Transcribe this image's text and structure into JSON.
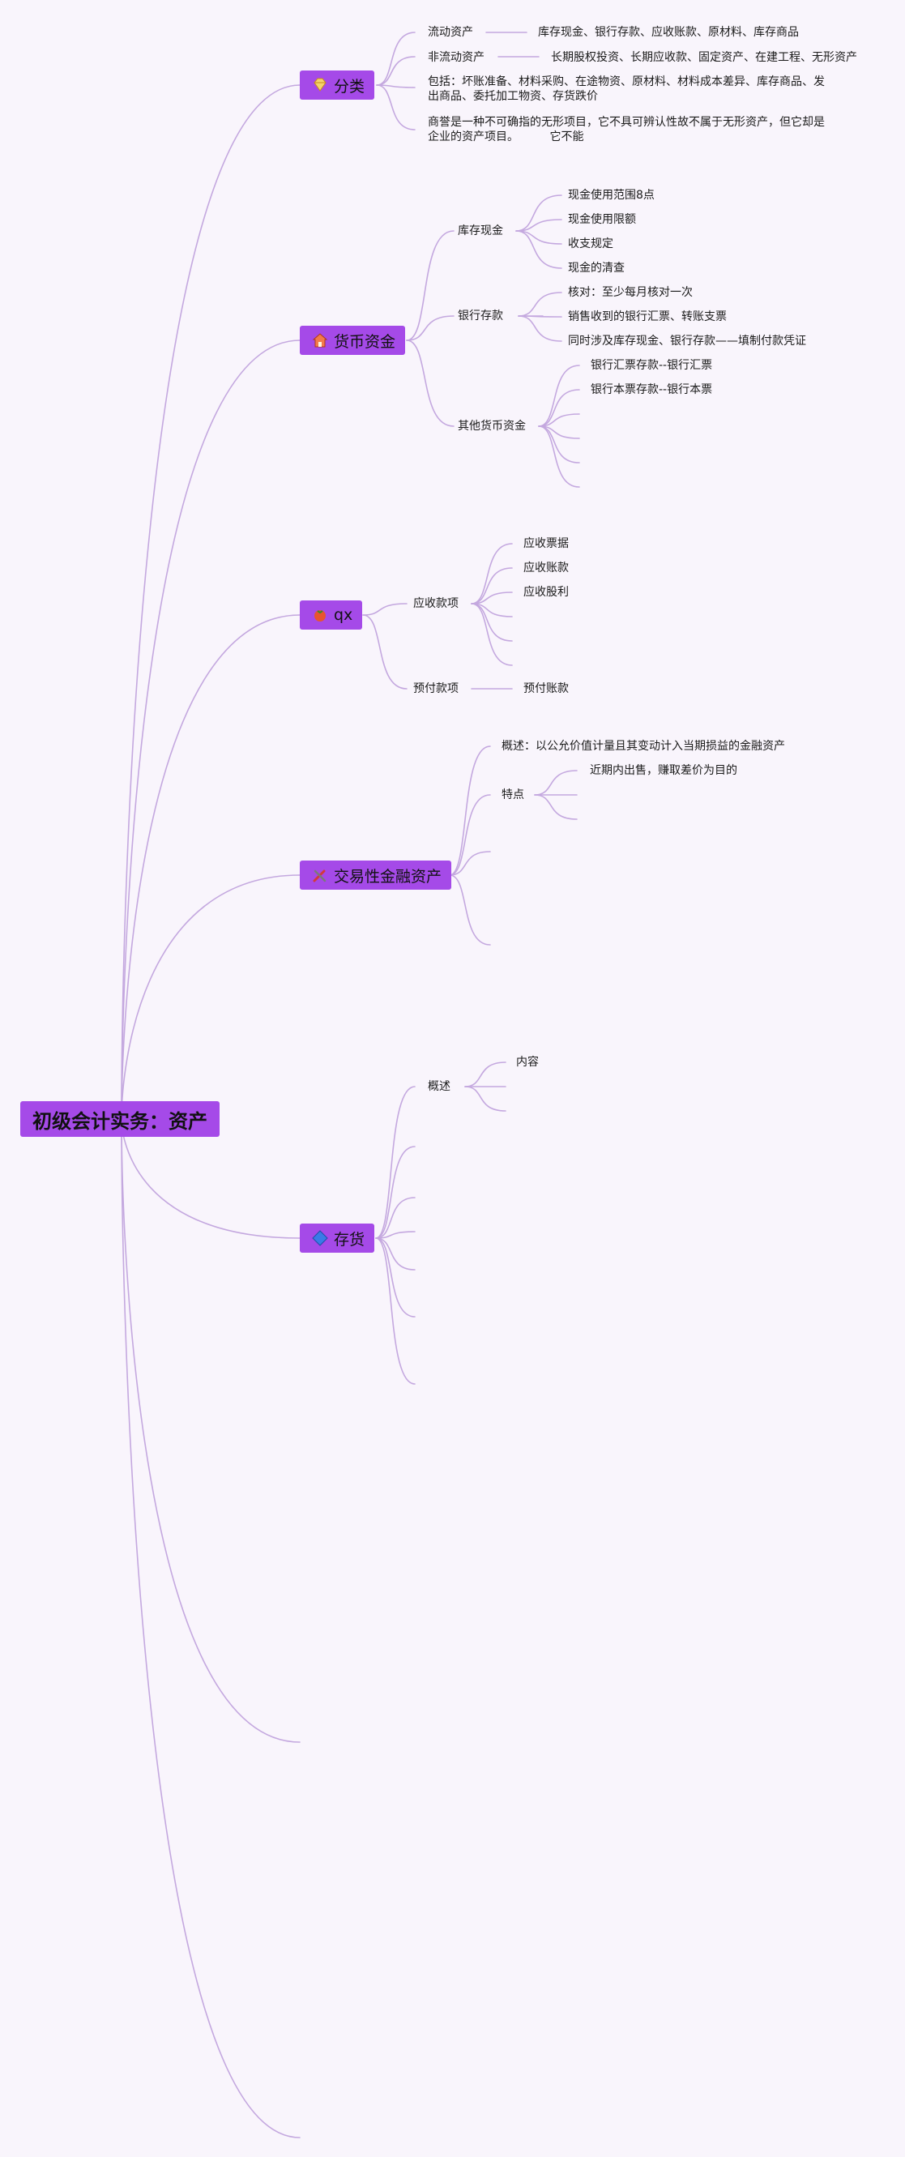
{
  "root": {
    "label": "初级会计实务：资产"
  },
  "colors": {
    "node": "#a54ae8",
    "line": "#c4a8df",
    "background": "#f9f5fc"
  },
  "topics": [
    {
      "label": "分类",
      "icon": "diamond-icon",
      "children": [
        {
          "label": "流动资产",
          "detail": "库存现金、银行存款、应收账款、原材料、库存商品"
        },
        {
          "label": "非流动资产",
          "detail": "长期股权投资、长期应收款、固定资产、在建工程、无形资产"
        },
        {
          "label": "包括：坏账准备、材料采购、在途物资、原材料、材料成本差异、库存商品、发出商品、委托加工物资、存货跌价"
        },
        {
          "label": "商誉是一种不可确指的无形项目，它不具可辨认性故不属于无形资产，但它却是企业的资产项目。",
          "note": "它不能"
        }
      ]
    },
    {
      "label": "货币资金",
      "icon": "house-icon",
      "children": [
        {
          "label": "库存现金",
          "items": [
            "现金使用范围8点",
            "现金使用限额",
            "收支规定",
            "现金的清查"
          ]
        },
        {
          "label": "银行存款",
          "items": [
            "核对：至少每月核对一次",
            "销售收到的银行汇票、转账支票",
            "同时涉及库存现金、银行存款——填制付款凭证"
          ]
        },
        {
          "label": "其他货币资金",
          "items": [
            "银行汇票存款--银行汇票",
            "银行本票存款--银行本票"
          ]
        }
      ]
    },
    {
      "label": "qx",
      "icon": "tomato-icon",
      "children": [
        {
          "label": "应收款项",
          "items": [
            "应收票据",
            "应收账款",
            "应收股利"
          ]
        },
        {
          "label": "预付款项",
          "items": [
            "预付账款"
          ]
        }
      ]
    },
    {
      "label": "交易性金融资产",
      "icon": "tools-icon",
      "children": [
        {
          "label": "概述：以公允价值计量且其变动计入当期损益的金融资产"
        },
        {
          "label": "特点",
          "items": [
            "近期内出售，赚取差价为目的"
          ]
        }
      ]
    },
    {
      "label": "存货",
      "icon": "blue-diamond-icon",
      "children": [
        {
          "label": "概述",
          "items": [
            "内容"
          ]
        }
      ]
    }
  ]
}
